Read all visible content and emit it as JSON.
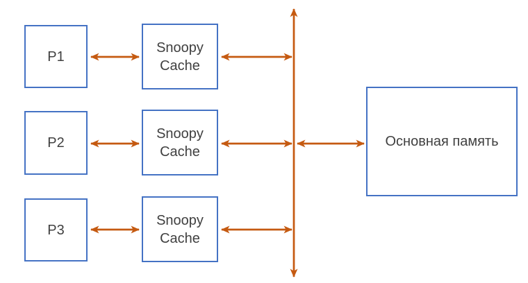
{
  "diagram": {
    "colors": {
      "background": "#FFFFFF",
      "box_border": "#4472C4",
      "box_fill": "#FFFFFF",
      "arrow": "#C55A11",
      "text": "#404040"
    },
    "rows": [
      {
        "processor": "P1",
        "cache": "Snoopy Cache"
      },
      {
        "processor": "P2",
        "cache": "Snoopy Cache"
      },
      {
        "processor": "P3",
        "cache": "Snoopy Cache"
      }
    ],
    "memory_label": "Основная память"
  }
}
